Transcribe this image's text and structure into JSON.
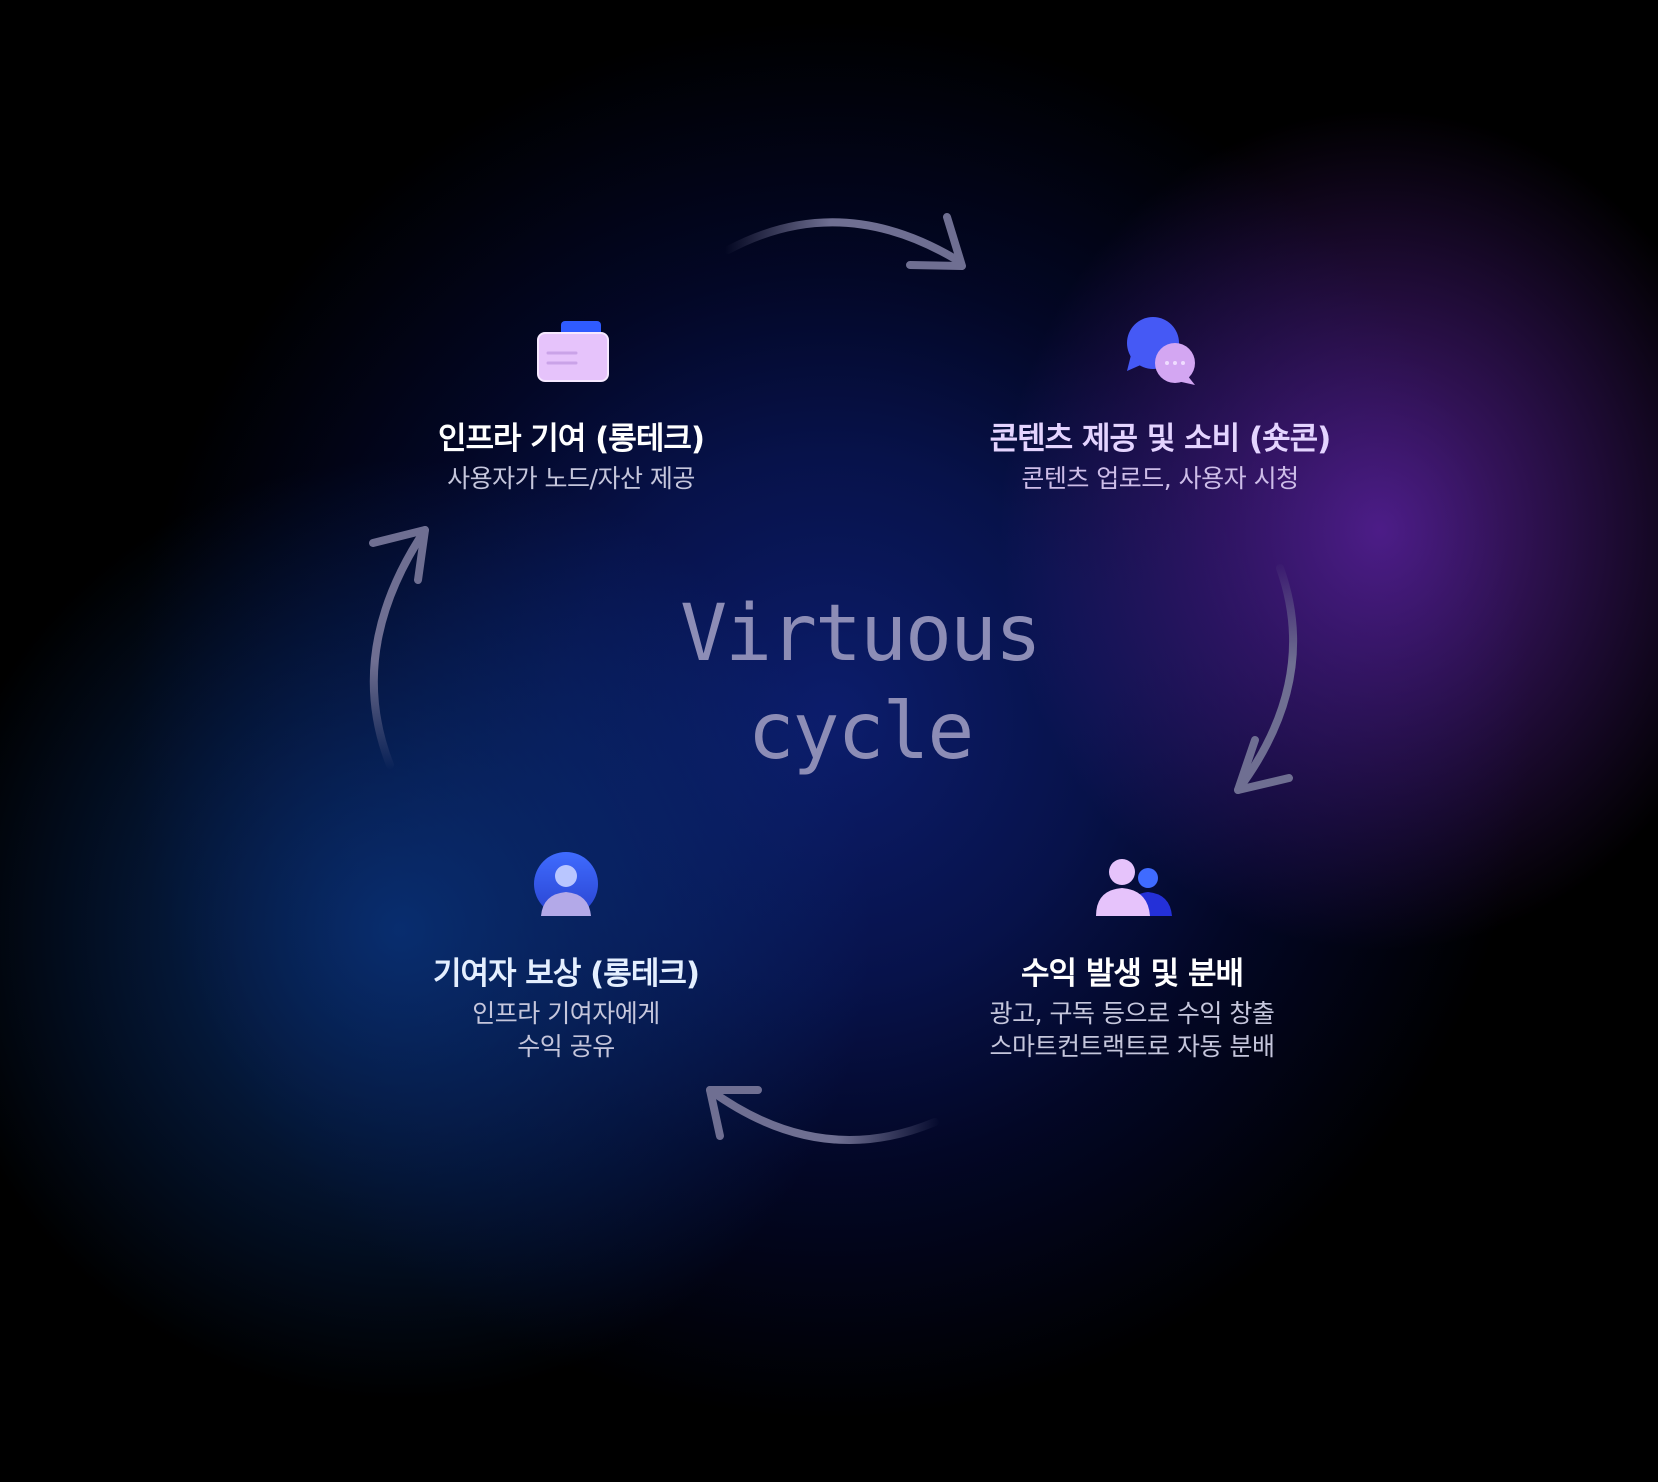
{
  "center": {
    "line1": "Virtuous",
    "line2": "cycle"
  },
  "nodes": {
    "top_left": {
      "icon": "folder-icon",
      "title": "인프라 기여 (롱테크)",
      "desc": [
        "사용자가 노드/자산 제공"
      ]
    },
    "top_right": {
      "icon": "chat-bubbles-icon",
      "title": "콘텐츠 제공 및 소비 (숏콘)",
      "desc": [
        "콘텐츠 업로드, 사용자 시청"
      ]
    },
    "bottom_right": {
      "icon": "users-group-icon",
      "title": "수익 발생 및 분배",
      "desc": [
        "광고, 구독 등으로 수익 창출",
        "스마트컨트랙트로 자동 분배"
      ]
    },
    "bottom_left": {
      "icon": "user-icon",
      "title": "기여자 보상 (롱테크)",
      "desc": [
        "인프라 기여자에게",
        "수익 공유"
      ]
    }
  },
  "colors": {
    "arrow": "#6f6f92",
    "title_text": "#ffffff",
    "desc_text": "#c5c6dc",
    "center_text": "#8d8db6",
    "accent_blue": "#3d63ff",
    "accent_pink": "#e8c6ff"
  }
}
